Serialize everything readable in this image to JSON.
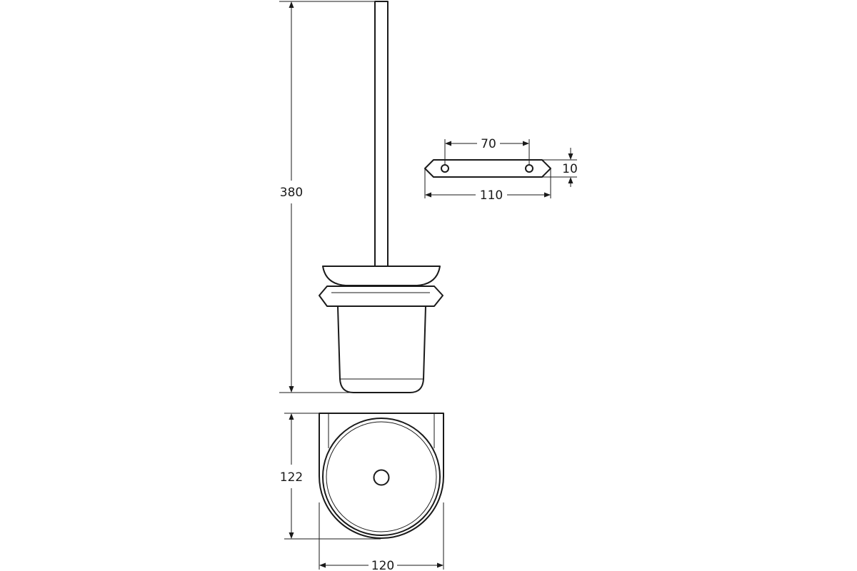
{
  "colors": {
    "line": "#1a1a1a",
    "background": "#ffffff"
  },
  "dimensions": {
    "total_height": "380",
    "bracket_hole_spacing": "70",
    "bracket_thickness": "10",
    "bracket_width": "110",
    "base_depth": "122",
    "base_width": "120"
  }
}
